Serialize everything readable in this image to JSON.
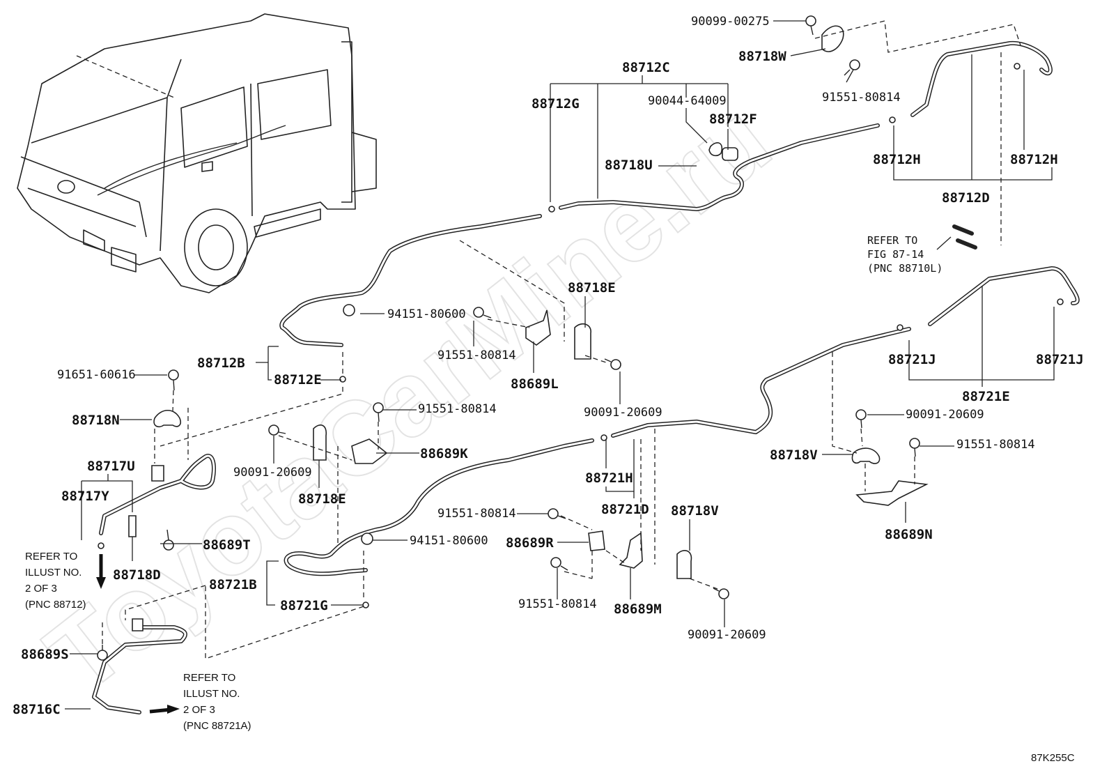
{
  "watermark": "ToyotaCarMine.ru",
  "figure_code": "87K255C",
  "notes": {
    "refer_87_14": [
      "REFER TO",
      "FIG 87-14",
      "(PNC 88710L)"
    ],
    "refer_2of3_88712": [
      "REFER TO",
      "ILLUST NO.",
      "2 OF 3",
      "(PNC 88712)"
    ],
    "refer_2of3_88721a": [
      "REFER TO",
      "ILLUST NO.",
      "2 OF 3",
      "(PNC 88721A)"
    ]
  },
  "labels": {
    "p90099_00275": "90099-00275",
    "p88718W": "88718W",
    "p91551_80814_a": "91551-80814",
    "p88712C": "88712C",
    "p88712G": "88712G",
    "p90044_64009": "90044-64009",
    "p88712F": "88712F",
    "p88718U": "88718U",
    "p88712H_a": "88712H",
    "p88712H_b": "88712H",
    "p88712D": "88712D",
    "p94151_80600_a": "94151-80600",
    "p88712B": "88712B",
    "p88712E": "88712E",
    "p91551_80814_b": "91551-80814",
    "p88689L": "88689L",
    "p88718E_a": "88718E",
    "p90091_20609_a": "90091-20609",
    "p91651_60616": "91651-60616",
    "p88718N": "88718N",
    "p88717U": "88717U",
    "p88717Y": "88717Y",
    "p88718D": "88718D",
    "p88689T": "88689T",
    "p91551_80814_c": "91551-80814",
    "p88689K": "88689K",
    "p90091_20609_b": "90091-20609",
    "p88718E_b": "88718E",
    "p88721J_a": "88721J",
    "p88721J_b": "88721J",
    "p88721E": "88721E",
    "p90091_20609_c": "90091-20609",
    "p88718V_a": "88718V",
    "p91551_80814_d": "91551-80814",
    "p88689N": "88689N",
    "p88721H": "88721H",
    "p88721D": "88721D",
    "p91551_80814_e": "91551-80814",
    "p88689R": "88689R",
    "p88718V_b": "88718V",
    "p94151_80600_b": "94151-80600",
    "p88721B": "88721B",
    "p88721G": "88721G",
    "p91551_80814_f": "91551-80814",
    "p88689M": "88689M",
    "p90091_20609_d": "90091-20609",
    "p88689S": "88689S",
    "p88716C": "88716C"
  }
}
